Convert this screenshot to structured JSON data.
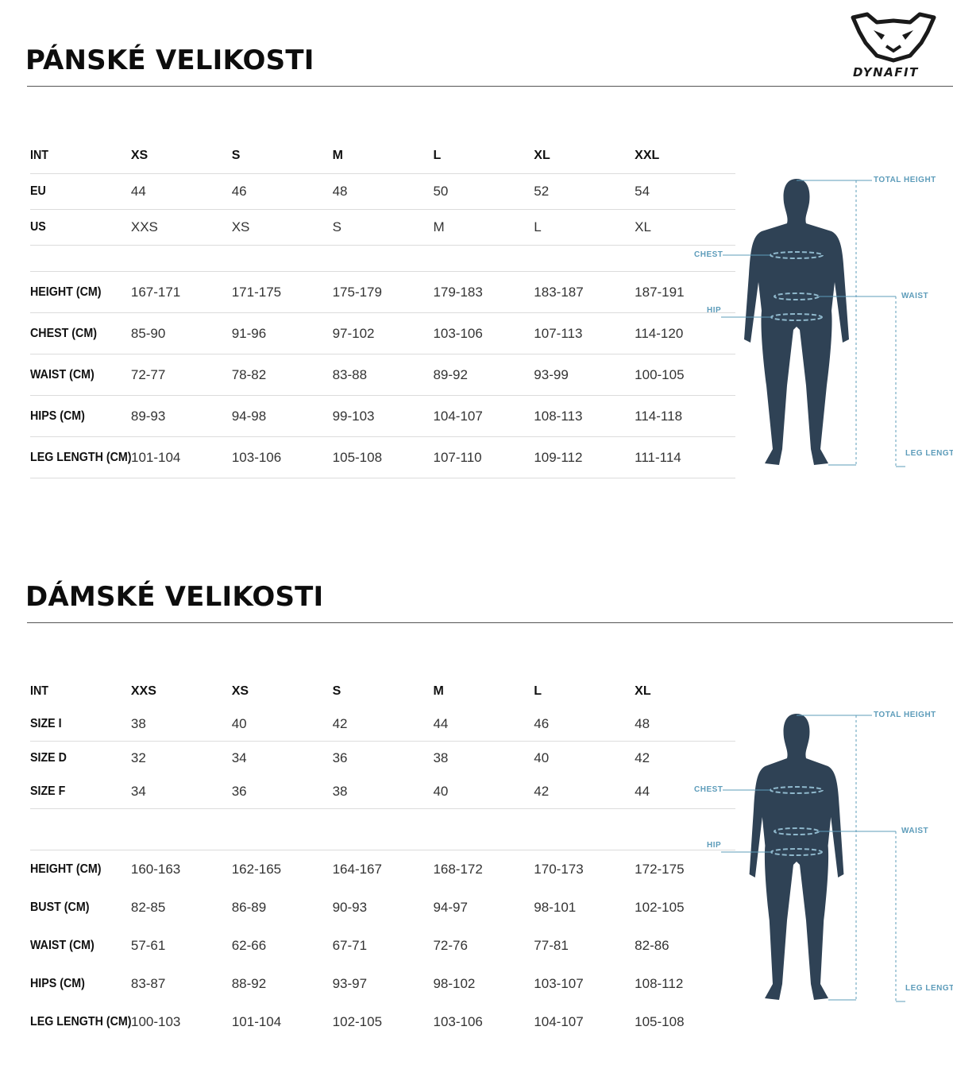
{
  "brand": {
    "logo_text": "DYNAFIT"
  },
  "colors": {
    "figure": "#2f4255",
    "measure_line": "#5d9cba",
    "rule": "#555555"
  },
  "men": {
    "title": "PÁNSKÉ VELIKOSTI",
    "header": [
      "INT",
      "XS",
      "S",
      "M",
      "L",
      "XL",
      "XXL"
    ],
    "conversion_rows": [
      {
        "label": "EU",
        "values": [
          "44",
          "46",
          "48",
          "50",
          "52",
          "54"
        ]
      },
      {
        "label": "US",
        "values": [
          "XXS",
          "XS",
          "S",
          "M",
          "L",
          "XL"
        ]
      }
    ],
    "measurement_rows": [
      {
        "label": "HEIGHT (CM)",
        "values": [
          "167-171",
          "171-175",
          "175-179",
          "179-183",
          "183-187",
          "187-191"
        ]
      },
      {
        "label": "CHEST (CM)",
        "values": [
          "85-90",
          "91-96",
          "97-102",
          "103-106",
          "107-113",
          "114-120"
        ]
      },
      {
        "label": "WAIST (CM)",
        "values": [
          "72-77",
          "78-82",
          "83-88",
          "89-92",
          "93-99",
          "100-105"
        ]
      },
      {
        "label": "HIPS (CM)",
        "values": [
          "89-93",
          "94-98",
          "99-103",
          "104-107",
          "108-113",
          "114-118"
        ]
      },
      {
        "label": "LEG LENGTH (CM)",
        "values": [
          "101-104",
          "103-106",
          "105-108",
          "107-110",
          "109-112",
          "111-114"
        ]
      }
    ],
    "figure_labels": {
      "total_height": "TOTAL HEIGHT",
      "chest": "CHEST",
      "waist": "WAIST",
      "hip": "HIP",
      "leg_length": "LEG LENGTH"
    }
  },
  "women": {
    "title": "DÁMSKÉ VELIKOSTI",
    "header": [
      "INT",
      "XXS",
      "XS",
      "S",
      "M",
      "L",
      "XL"
    ],
    "conversion_rows": [
      {
        "label": "SIZE I",
        "values": [
          "38",
          "40",
          "42",
          "44",
          "46",
          "48"
        ]
      },
      {
        "label": "SIZE D",
        "values": [
          "32",
          "34",
          "36",
          "38",
          "40",
          "42"
        ]
      },
      {
        "label": "SIZE F",
        "values": [
          "34",
          "36",
          "38",
          "40",
          "42",
          "44"
        ]
      }
    ],
    "measurement_rows": [
      {
        "label": "HEIGHT (CM)",
        "values": [
          "160-163",
          "162-165",
          "164-167",
          "168-172",
          "170-173",
          "172-175"
        ]
      },
      {
        "label": "BUST (CM)",
        "values": [
          "82-85",
          "86-89",
          "90-93",
          "94-97",
          "98-101",
          "102-105"
        ]
      },
      {
        "label": "WAIST (CM)",
        "values": [
          "57-61",
          "62-66",
          "67-71",
          "72-76",
          "77-81",
          "82-86"
        ]
      },
      {
        "label": "HIPS (CM)",
        "values": [
          "83-87",
          "88-92",
          "93-97",
          "98-102",
          "103-107",
          "108-112"
        ]
      },
      {
        "label": "LEG LENGTH (CM)",
        "values": [
          "100-103",
          "101-104",
          "102-105",
          "103-106",
          "104-107",
          "105-108"
        ]
      }
    ],
    "figure_labels": {
      "total_height": "TOTAL HEIGHT",
      "chest": "CHEST",
      "waist": "WAIST",
      "hip": "HIP",
      "leg_length": "LEG LENGTH"
    }
  }
}
